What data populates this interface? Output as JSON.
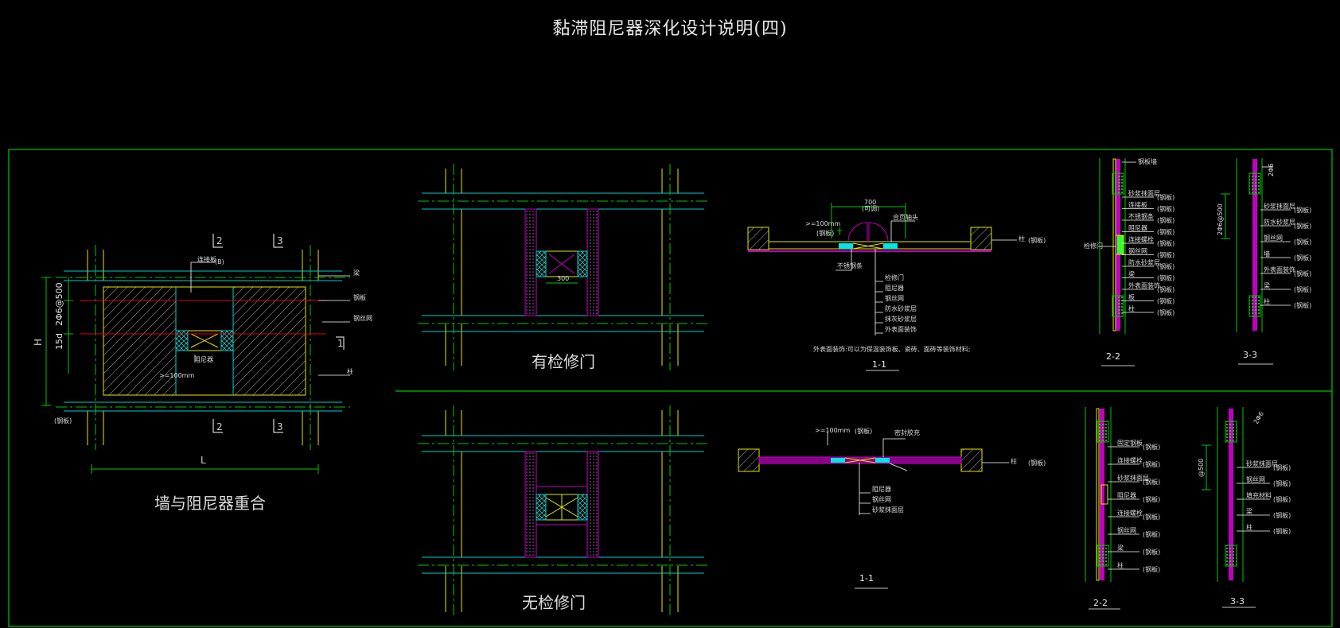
{
  "title": "黏滞阻尼器深化设计说明(四)",
  "left_panel": {
    "caption": "墙与阻尼器重合",
    "dim_L": "L",
    "dim_H": "H",
    "dim_15d": "15d",
    "dim_2phi6": "2Φ6@500",
    "min_gap": ">=100mm",
    "section_2": "2",
    "section_3": "3",
    "section_1": "1",
    "lbl_damper": "阻尼器",
    "lbl_top": "连接板",
    "lbl_b": "(B)",
    "lbl_beam": "梁",
    "lbl_steel": "钢板",
    "lbl_mesh": "钢丝网",
    "lbl_col": "柱",
    "lbl_plate": "(钢板)"
  },
  "door_top": {
    "caption": "有检修门",
    "dim": "300"
  },
  "door_bottom": {
    "caption": "无检修门"
  },
  "sec_top": {
    "title": "1-1",
    "min_gap": ">=100mm",
    "lbl_plate": "(钢板)",
    "lbl_door_dim": "700",
    "lbl_door_sub": "(可调)",
    "lbl_hinge": "合页轴头",
    "lbl_col": "柱",
    "lbl_stop": "不锈钢条",
    "note": "外表面装饰:可以为保温装饰板、瓷砖、面砖等装饰材料;",
    "layers": [
      "检修门",
      "阻尼器",
      "钢丝网",
      "防水砂浆层",
      "抹灰砂浆层",
      "外表面装饰"
    ]
  },
  "sec_bottom": {
    "title": "1-1",
    "min_gap": ">=100mm",
    "lbl_plate": "(钢板)",
    "lbl_edge": "密封胶充",
    "lbl_col": "柱",
    "layers": [
      "阻尼器",
      "钢丝网",
      "砂浆抹面层"
    ]
  },
  "sec22_top": {
    "title": "2-2",
    "lbl_door": "检修门",
    "layers": [
      "砂浆抹面层",
      "连接板",
      "不锈钢条",
      "阻尼器",
      "连接螺栓",
      "钢丝网",
      "防水砂浆层",
      "梁",
      "外表面装饰",
      "板",
      "柱"
    ],
    "lbl_top": "钢板墙"
  },
  "sec33_top": {
    "title": "3-3",
    "dim": "2Φ6@500",
    "lbl_top": "2Φ6",
    "layers": [
      "砂浆抹面层",
      "防水砂浆层",
      "钢丝网",
      "墙",
      "外表面装饰",
      "梁",
      "柱"
    ]
  },
  "sec22_bottom": {
    "title": "2-2",
    "layers": [
      "固定钢板",
      "连接螺栓",
      "砂浆抹面层",
      "阻尼器",
      "连接螺栓",
      "钢丝网",
      "梁",
      "柱"
    ]
  },
  "sec33_bottom": {
    "title": "3-3",
    "dim": "@500",
    "lbl_top": "2Φ6",
    "layers": [
      "砂浆抹面层",
      "钢丝网",
      "填充材料",
      "梁",
      "柱"
    ]
  },
  "unit_tag": "(钢板)",
  "colors": {
    "frame": "#00c800",
    "wall": "#00cccc",
    "column": "#e6e600",
    "red": "#e00000",
    "magenta": "#c000c0",
    "hatch": "#bfbfbf"
  }
}
